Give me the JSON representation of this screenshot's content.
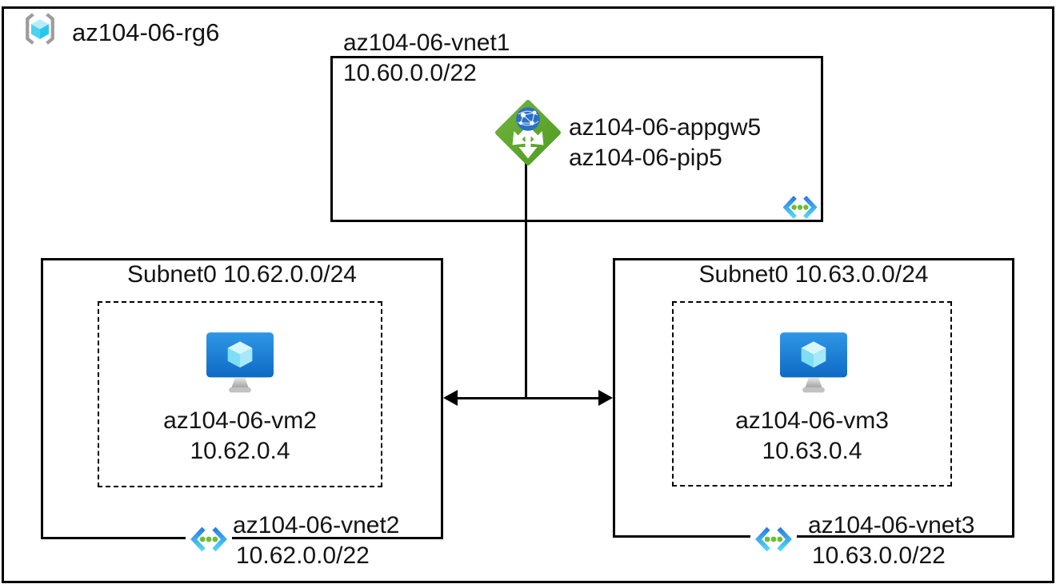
{
  "resource_group": {
    "label": "az104-06-rg6",
    "icon": "resource-group-icon"
  },
  "vnet1": {
    "name": "az104-06-vnet1",
    "cidr": "10.60.0.0/22",
    "app_gateway_name": "az104-06-appgw5",
    "public_ip_name": "az104-06-pip5",
    "icons": [
      "application-gateway-icon",
      "virtual-network-icon"
    ]
  },
  "vnet2": {
    "subnet_label": "Subnet0 10.62.0.0/24",
    "vm_name": "az104-06-vm2",
    "vm_ip": "10.62.0.4",
    "name": "az104-06-vnet2",
    "cidr": "10.62.0.0/22",
    "icons": [
      "virtual-machine-icon",
      "virtual-network-icon"
    ]
  },
  "vnet3": {
    "subnet_label": "Subnet0 10.63.0.0/24",
    "vm_name": "az104-06-vm3",
    "vm_ip": "10.63.0.4",
    "name": "az104-06-vnet3",
    "cidr": "10.63.0.0/22",
    "icons": [
      "virtual-machine-icon",
      "virtual-network-icon"
    ]
  },
  "connectors": {
    "description": "double-headed arrow between vnet2 and vnet3, T-junction line up to app gateway"
  },
  "colors": {
    "border_black": "#000000",
    "app_gateway_green_light": "#71b33c",
    "app_gateway_green_dark": "#4f9c22",
    "globe_blue": "#2a70c9",
    "vnet_bracket_blue_top": "#2b7de1",
    "vnet_bracket_blue_bottom": "#53d8f8",
    "vnet_dot_green": "#6cbe33",
    "vm_screen_blue_top": "#2f97e6",
    "vm_screen_blue_bottom": "#0e6ac4",
    "cube_cyan_light": "#b7edf9",
    "cube_cyan_mid": "#4ed2f1",
    "cube_cyan_dark": "#29c6ee",
    "rg_bracket_gray": "#9c9c9c"
  }
}
